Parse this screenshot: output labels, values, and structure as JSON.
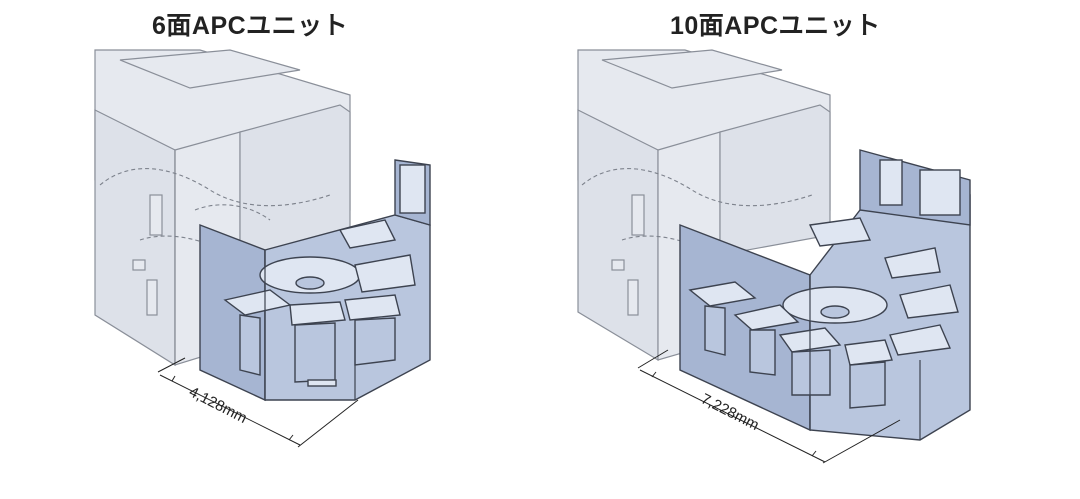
{
  "diagrams": [
    {
      "title": "6面APCユニット",
      "dimension": "4,128mm"
    },
    {
      "title": "10面APCユニット",
      "dimension": "7,228mm"
    }
  ]
}
